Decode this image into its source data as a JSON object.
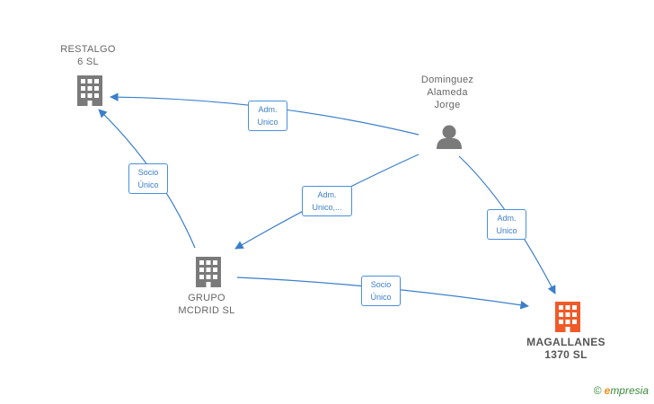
{
  "colors": {
    "edge": "#3b7ecb",
    "company_icon": "#7a7a7a",
    "highlight_company_icon": "#f05a28",
    "person_icon": "#7a7a7a"
  },
  "nodes": {
    "restalgo": {
      "label": "RESTALGO\n6  SL",
      "icon": "building-icon"
    },
    "dominguez": {
      "label": "Dominguez\nAlameda\nJorge",
      "icon": "person-icon"
    },
    "grupo": {
      "label": "GRUPO\nMCDRID  SL",
      "icon": "building-icon"
    },
    "magallanes": {
      "label": "MAGALLANES\n1370  SL",
      "icon": "building-icon"
    }
  },
  "edges": {
    "dominguez_restalgo": "Adm.\nUnico",
    "grupo_restalgo": "Socio\nÚnico",
    "dominguez_grupo": "Adm.\nUnico,...",
    "dominguez_magallanes": "Adm.\nUnico",
    "grupo_magallanes": "Socio\nÚnico"
  },
  "watermark": {
    "copyright": "©",
    "brand_first": "e",
    "brand_rest": "mpresia"
  }
}
